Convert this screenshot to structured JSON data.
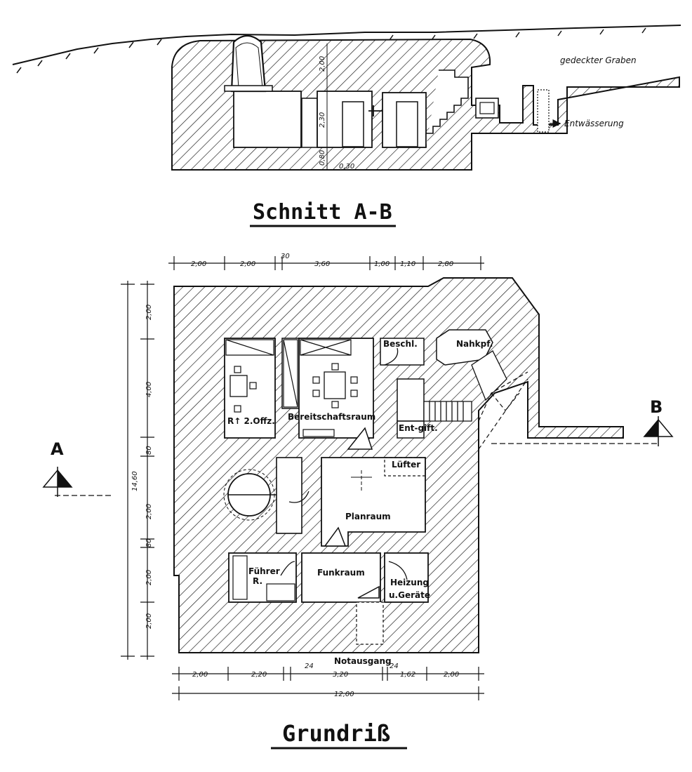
{
  "section": {
    "title": "Schnitt A-B",
    "annotations": {
      "covered_trench": "gedeckter Graben",
      "drainage": "Entwässerung"
    },
    "dims": [
      "2,00",
      "2,30",
      "0,80",
      "0,30"
    ]
  },
  "plan": {
    "title": "Grundriß",
    "rooms": {
      "r1": "R↑ 2.Offz.",
      "bereitschaft": "Bereitschaftsraum",
      "beschl": "Beschl.",
      "nahkampf": "Nahkpf.",
      "entg": "Ent-gift.",
      "luefter": "Lüfter",
      "planraum": "Planraum",
      "fuehrer_1": "Führer",
      "fuehrer_2": "R.",
      "funkraum": "Funkraum",
      "heizung_1": "Heizung",
      "heizung_2": "u.Geräte",
      "notausgang": "Notausgang"
    },
    "markers": {
      "a": "A",
      "b": "B"
    },
    "dims_top": [
      "2,00",
      "2,00",
      "30",
      "3,60",
      "1,00",
      "1,10",
      "2,80"
    ],
    "dims_bottom": [
      "2,00",
      "2,20",
      "24",
      "3,20",
      "24",
      "1,62",
      "2,00"
    ],
    "dims_total": "12,00",
    "dims_left_total": "14,60",
    "dims_left": [
      "2,00",
      "4,00",
      "80",
      "2,00",
      "80",
      "2,00",
      "2,00"
    ]
  }
}
